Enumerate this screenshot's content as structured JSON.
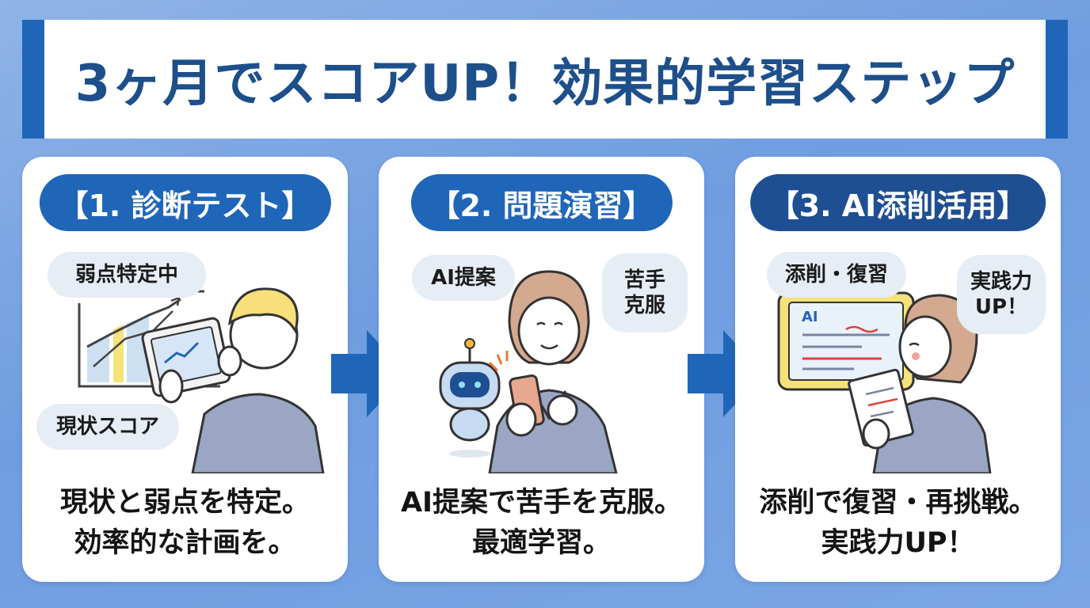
{
  "title": "3ヶ月でスコアUP！効果的学習ステップ",
  "colors": {
    "primary_blue": "#1f66b8",
    "dark_blue": "#1f4f93",
    "title_text": "#1d4f8a",
    "bubble_bg": "#e7edf5"
  },
  "steps": [
    {
      "heading": "【1. 診断テスト】",
      "bubbles": [
        "弱点特定中",
        "現状スコア"
      ],
      "desc_lines": [
        "現状と弱点を特定。",
        "効率的な計画を。"
      ]
    },
    {
      "heading": "【2. 問題演習】",
      "bubbles": [
        "AI提案",
        "苦手",
        "克服"
      ],
      "desc_lines": [
        "AI提案で苦手を克服。",
        "最適学習。"
      ]
    },
    {
      "heading": "【3. AI添削活用】",
      "bubbles": [
        "添削・復習",
        "実践力",
        "UP！"
      ],
      "tablet_label": "AI",
      "desc_lines": [
        "添削で復習・再挑戦。",
        "実践力UP！"
      ]
    }
  ],
  "icons": [
    "arrow-right-icon",
    "robot-icon"
  ]
}
